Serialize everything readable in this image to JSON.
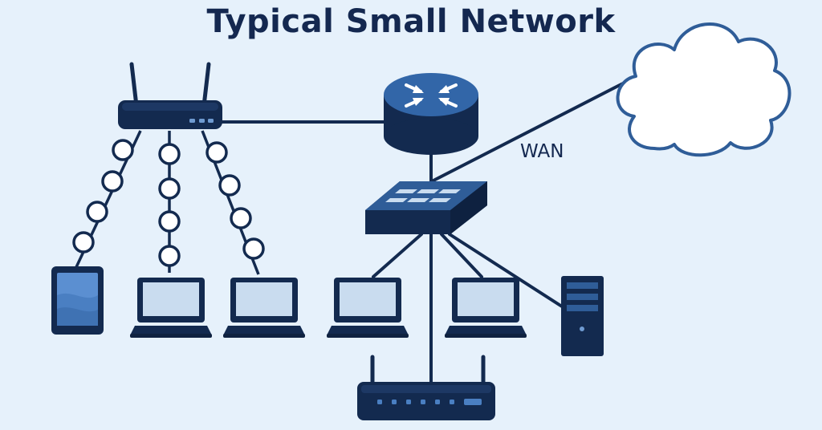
{
  "title": "Typical Small Network",
  "wan_label": "WAN",
  "colors": {
    "background": "#e6f1fb",
    "navy": "#132a4f",
    "blue": "#2f5d98",
    "router_blue": "#3266a8",
    "screen_light": "#c9dcef",
    "cloud_fill": "#ffffff",
    "cloud_stroke": "#2f5d98"
  },
  "nodes": [
    {
      "id": "wireless-access-point",
      "icon": "wireless-router-icon"
    },
    {
      "id": "router",
      "icon": "router-icon"
    },
    {
      "id": "internet-cloud",
      "icon": "cloud-icon"
    },
    {
      "id": "network-switch",
      "icon": "switch-icon"
    },
    {
      "id": "tablet",
      "icon": "tablet-icon"
    },
    {
      "id": "laptop-1",
      "icon": "laptop-icon"
    },
    {
      "id": "laptop-2",
      "icon": "laptop-icon"
    },
    {
      "id": "laptop-3",
      "icon": "laptop-icon"
    },
    {
      "id": "laptop-4",
      "icon": "laptop-icon"
    },
    {
      "id": "server",
      "icon": "server-tower-icon"
    },
    {
      "id": "modem",
      "icon": "modem-icon"
    }
  ],
  "links": [
    {
      "from": "wireless-access-point",
      "to": "router",
      "type": "wired"
    },
    {
      "from": "router",
      "to": "network-switch",
      "type": "wired"
    },
    {
      "from": "network-switch",
      "to": "internet-cloud",
      "type": "wired",
      "label": "WAN"
    },
    {
      "from": "wireless-access-point",
      "to": "tablet",
      "type": "wireless"
    },
    {
      "from": "wireless-access-point",
      "to": "laptop-1",
      "type": "wireless"
    },
    {
      "from": "wireless-access-point",
      "to": "laptop-2",
      "type": "wireless"
    },
    {
      "from": "network-switch",
      "to": "laptop-3",
      "type": "wired"
    },
    {
      "from": "network-switch",
      "to": "laptop-4",
      "type": "wired"
    },
    {
      "from": "network-switch",
      "to": "server",
      "type": "wired"
    },
    {
      "from": "network-switch",
      "to": "modem",
      "type": "wired"
    }
  ]
}
